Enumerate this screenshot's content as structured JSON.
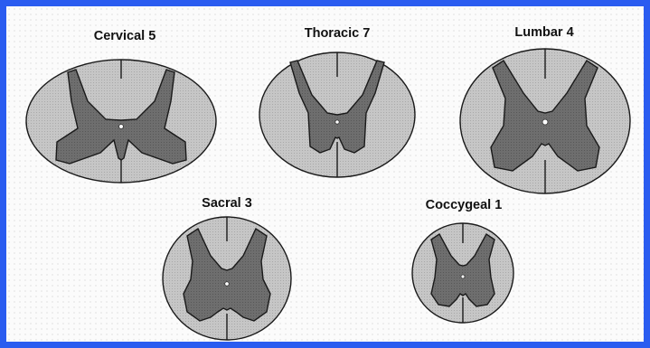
{
  "sections": [
    {
      "label": "Cervical 5",
      "colors": {
        "white_matter": "#c6c6c6",
        "grey_matter": "#6e6e6e"
      }
    },
    {
      "label": "Thoracic 7",
      "colors": {
        "white_matter": "#c6c6c6",
        "grey_matter": "#6e6e6e"
      }
    },
    {
      "label": "Lumbar 4",
      "colors": {
        "white_matter": "#c6c6c6",
        "grey_matter": "#6e6e6e"
      }
    },
    {
      "label": "Sacral 3",
      "colors": {
        "white_matter": "#c6c6c6",
        "grey_matter": "#6e6e6e"
      }
    },
    {
      "label": "Coccygeal 1",
      "colors": {
        "white_matter": "#c6c6c6",
        "grey_matter": "#6e6e6e"
      }
    }
  ],
  "colors": {
    "frame_border": "#2a5cf0",
    "background": "#fbfbfb"
  }
}
